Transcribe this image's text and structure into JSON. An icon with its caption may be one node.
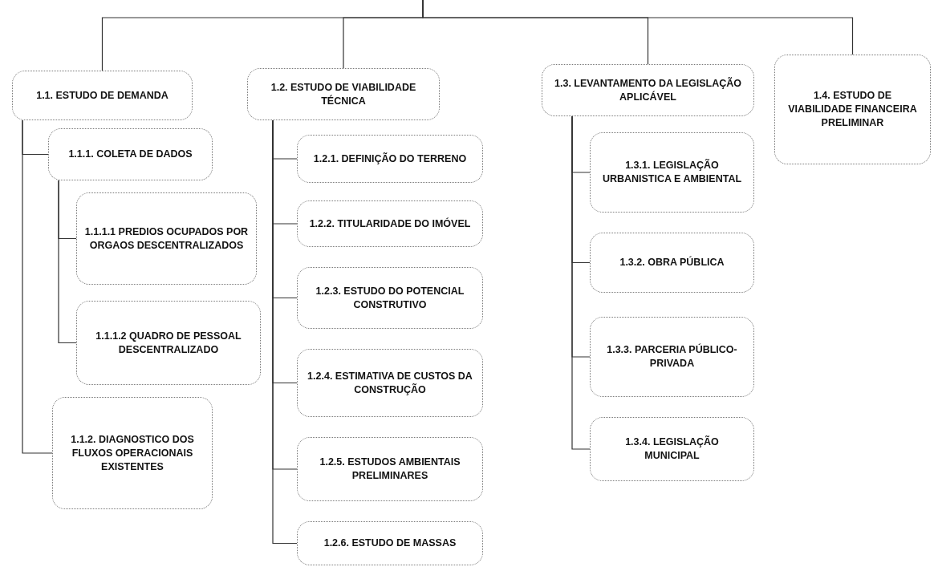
{
  "diagram": {
    "nodes": [
      {
        "text": [
          "1.1. ESTUDO DE DEMANDA"
        ]
      },
      {
        "text": [
          "1.1.1. COLETA DE DADOS"
        ]
      },
      {
        "text": [
          "1.1.1.1 PREDIOS OCUPADOS POR ORGAOS DESCENTRALIZADOS"
        ]
      },
      {
        "text": [
          "1.1.1.2 QUADRO DE PESSOAL DESCENTRALIZADO"
        ]
      },
      {
        "text": [
          "1.1.2. DIAGNOSTICO DOS FLUXOS OPERACIONAIS EXISTENTES"
        ]
      },
      {
        "text": [
          "1.2. ESTUDO DE VIABILIDADE TÉCNICA"
        ]
      },
      {
        "text": [
          "1.2.1. DEFINIÇÃO DO TERRENO"
        ]
      },
      {
        "text": [
          "1.2.2. TITULARIDADE DO IMÓVEL"
        ]
      },
      {
        "text": [
          "1.2.3. ESTUDO DO POTENCIAL CONSTRUTIVO"
        ]
      },
      {
        "text": [
          "1.2.4. ESTIMATIVA DE CUSTOS DA CONSTRUÇÃO"
        ]
      },
      {
        "text": [
          "1.2.5. ESTUDOS AMBIENTAIS PRELIMINARES"
        ]
      },
      {
        "text": [
          "1.2.6. ESTUDO DE MASSAS"
        ]
      },
      {
        "text": [
          "1.3. LEVANTAMENTO DA LEGISLAÇÃO APLICÁVEL"
        ]
      },
      {
        "text": [
          "1.3.1. LEGISLAÇÃO URBANISTICA E AMBIENTAL"
        ]
      },
      {
        "text": [
          "1.3.2. OBRA PÚBLICA"
        ]
      },
      {
        "text": [
          "1.3.3. PARCERIA PÚBLICO-PRIVADA"
        ]
      },
      {
        "text": [
          "1.3.4. LEGISLAÇÃO MUNICIPAL"
        ]
      },
      {
        "text": [
          "1.4. ESTUDO DE VIABILIDADE FINANCEIRA PRELIMINAR"
        ]
      }
    ],
    "edges": [
      {
        "from": null,
        "to": 0,
        "arrow": "none"
      },
      {
        "from": null,
        "to": 5,
        "arrow": "none"
      },
      {
        "from": null,
        "to": 12,
        "arrow": "none"
      },
      {
        "from": null,
        "to": 17,
        "arrow": "none"
      },
      {
        "from": 0,
        "to": 1,
        "arrow": "none"
      },
      {
        "from": 0,
        "to": 4,
        "arrow": "none"
      },
      {
        "from": 1,
        "to": 2,
        "arrow": "none"
      },
      {
        "from": 1,
        "to": 3,
        "arrow": "none"
      },
      {
        "from": 5,
        "to": 6,
        "arrow": "none"
      },
      {
        "from": 5,
        "to": 7,
        "arrow": "none"
      },
      {
        "from": 5,
        "to": 8,
        "arrow": "none"
      },
      {
        "from": 5,
        "to": 9,
        "arrow": "none"
      },
      {
        "from": 5,
        "to": 10,
        "arrow": "none"
      },
      {
        "from": 5,
        "to": 11,
        "arrow": "none"
      },
      {
        "from": 12,
        "to": 13,
        "arrow": "none"
      },
      {
        "from": 12,
        "to": 14,
        "arrow": "none"
      },
      {
        "from": 12,
        "to": 15,
        "arrow": "none"
      },
      {
        "from": 12,
        "to": 16,
        "arrow": "none"
      }
    ]
  }
}
